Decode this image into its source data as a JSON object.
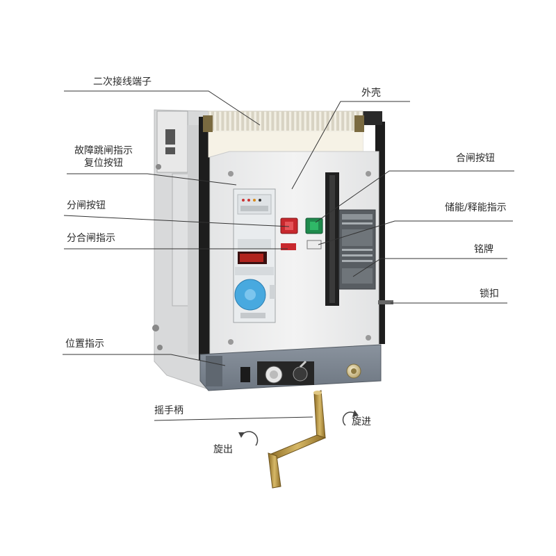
{
  "labels": {
    "secondary_terminal": "二次接线端子",
    "shell": "外壳",
    "fault_trip_reset_line1": "故障跳闸指示",
    "fault_trip_reset_line2": "复位按钮",
    "close_button": "合闸按钮",
    "open_button": "分闸按钮",
    "energy_indicator": "储能/释能指示",
    "open_close_indicator": "分合闸指示",
    "nameplate": "铭牌",
    "lock": "锁扣",
    "position_indicator": "位置指示",
    "crank_handle": "摇手柄",
    "rotate_in": "旋进",
    "rotate_out": "旋出"
  },
  "colors": {
    "body": "#eeeeee",
    "frame": "#d9dadb",
    "dark": "#1d1d1d",
    "base": "#7c8591",
    "open_button": "#c8282d",
    "close_button": "#1f8a4c",
    "display": "#b0241e",
    "keypad": "#48a9df",
    "handle": "#b08d3c",
    "leader": "#333333"
  },
  "icons": {
    "rotate_in": "clockwise-arrow-icon",
    "rotate_out": "counterclockwise-arrow-icon"
  }
}
